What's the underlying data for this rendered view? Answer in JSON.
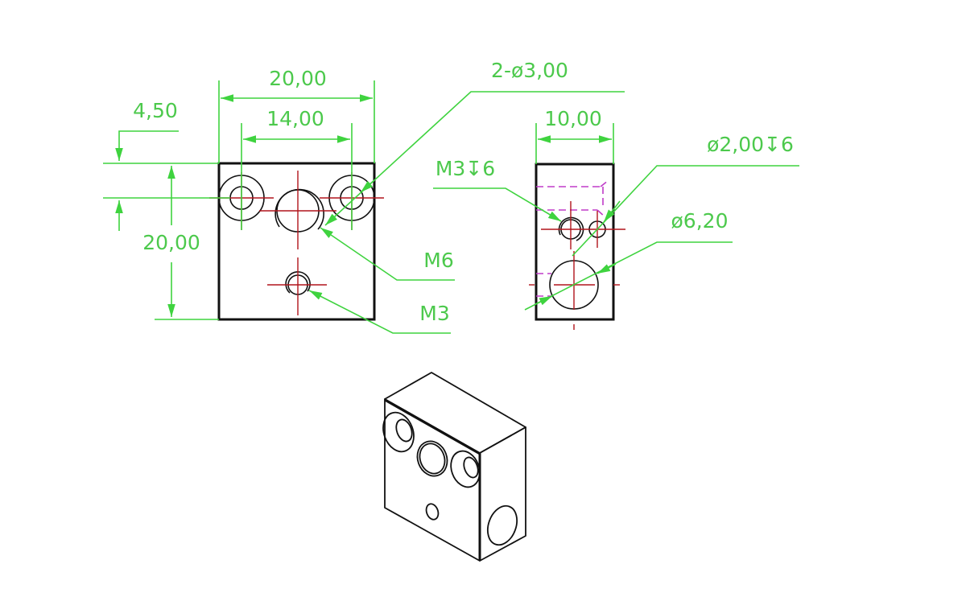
{
  "drawing": {
    "title": "Heater block technical drawing",
    "front_view": {
      "dimensions": {
        "overall_width": "20,00",
        "hole_spacing": "14,00",
        "top_offset": "4,50",
        "overall_height": "20,00"
      },
      "callouts": {
        "side_holes": "2-ø3,00",
        "center_thread": "M6",
        "lower_thread": "M3"
      }
    },
    "side_view": {
      "dimensions": {
        "width": "10,00"
      },
      "callouts": {
        "thread_depth": "M3↧6",
        "small_hole": "ø2,00↧6",
        "large_hole": "ø6,20"
      }
    },
    "isometric_view": {
      "label": ""
    },
    "colors": {
      "dimension": "#3fd33f",
      "outline": "#111111",
      "centerline": "#b0141b",
      "hidden": "#c03cc8"
    }
  }
}
